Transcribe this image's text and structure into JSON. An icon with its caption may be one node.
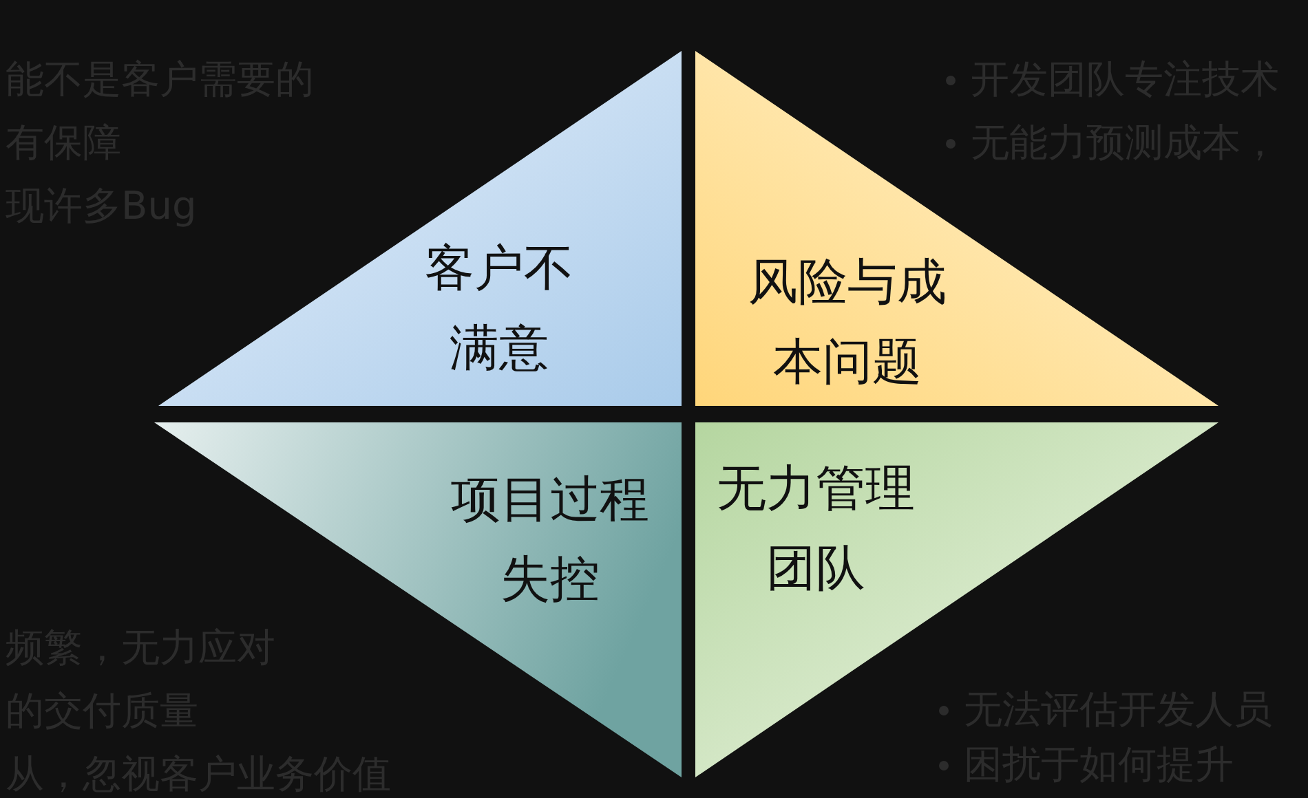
{
  "diagram": {
    "nodes": [
      {
        "text": [
          "客户不满意"
        ]
      },
      {
        "text": [
          "风险与成本问题"
        ]
      },
      {
        "text": [
          "项目过程失控"
        ]
      },
      {
        "text": [
          "无力管理团队"
        ]
      }
    ],
    "edges": [],
    "labels": [
      "能不是客户需要的",
      "有保障",
      "现许多Bug",
      "开发团队专注技术",
      "无能力预测成本，",
      "频繁，无力应对",
      "的交付质量",
      "从，忽视客户业务价值",
      "无法评估开发人员",
      "困扰于如何提升"
    ]
  }
}
